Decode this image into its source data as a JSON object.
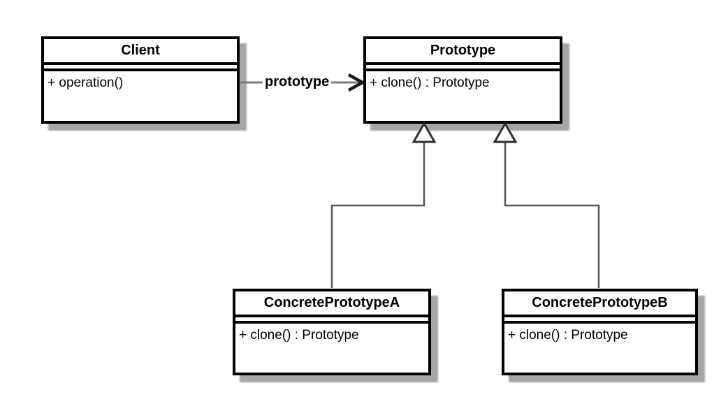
{
  "diagram": {
    "kind": "uml-class-diagram",
    "pattern_name": "Prototype",
    "background": "#ffffff",
    "colors": {
      "box_border": "#000000",
      "box_fill": "#ffffff",
      "box_shadow": "#a6a6a6",
      "generalization_line": "#555555",
      "association_line": "#7d7d7d",
      "arrowhead": "#1a1a1a",
      "triangle_fill": "#ffffff",
      "triangle_stroke": "#2e2e2e",
      "text": "#000000"
    },
    "classes": {
      "client": {
        "name": "Client",
        "members": [
          "+ operation()"
        ]
      },
      "prototype": {
        "name": "Prototype",
        "members": [
          "+ clone() : Prototype"
        ]
      },
      "concrete_a": {
        "name": "ConcretePrototypeA",
        "members": [
          "+ clone() : Prototype"
        ]
      },
      "concrete_b": {
        "name": "ConcretePrototypeB",
        "members": [
          "+ clone() : Prototype"
        ]
      }
    },
    "relationships": {
      "association": {
        "type": "directed-association",
        "from": "Client",
        "to": "Prototype",
        "label": "prototype"
      },
      "generalization_a": {
        "type": "generalization",
        "from": "ConcretePrototypeA",
        "to": "Prototype"
      },
      "generalization_b": {
        "type": "generalization",
        "from": "ConcretePrototypeB",
        "to": "Prototype"
      }
    }
  }
}
